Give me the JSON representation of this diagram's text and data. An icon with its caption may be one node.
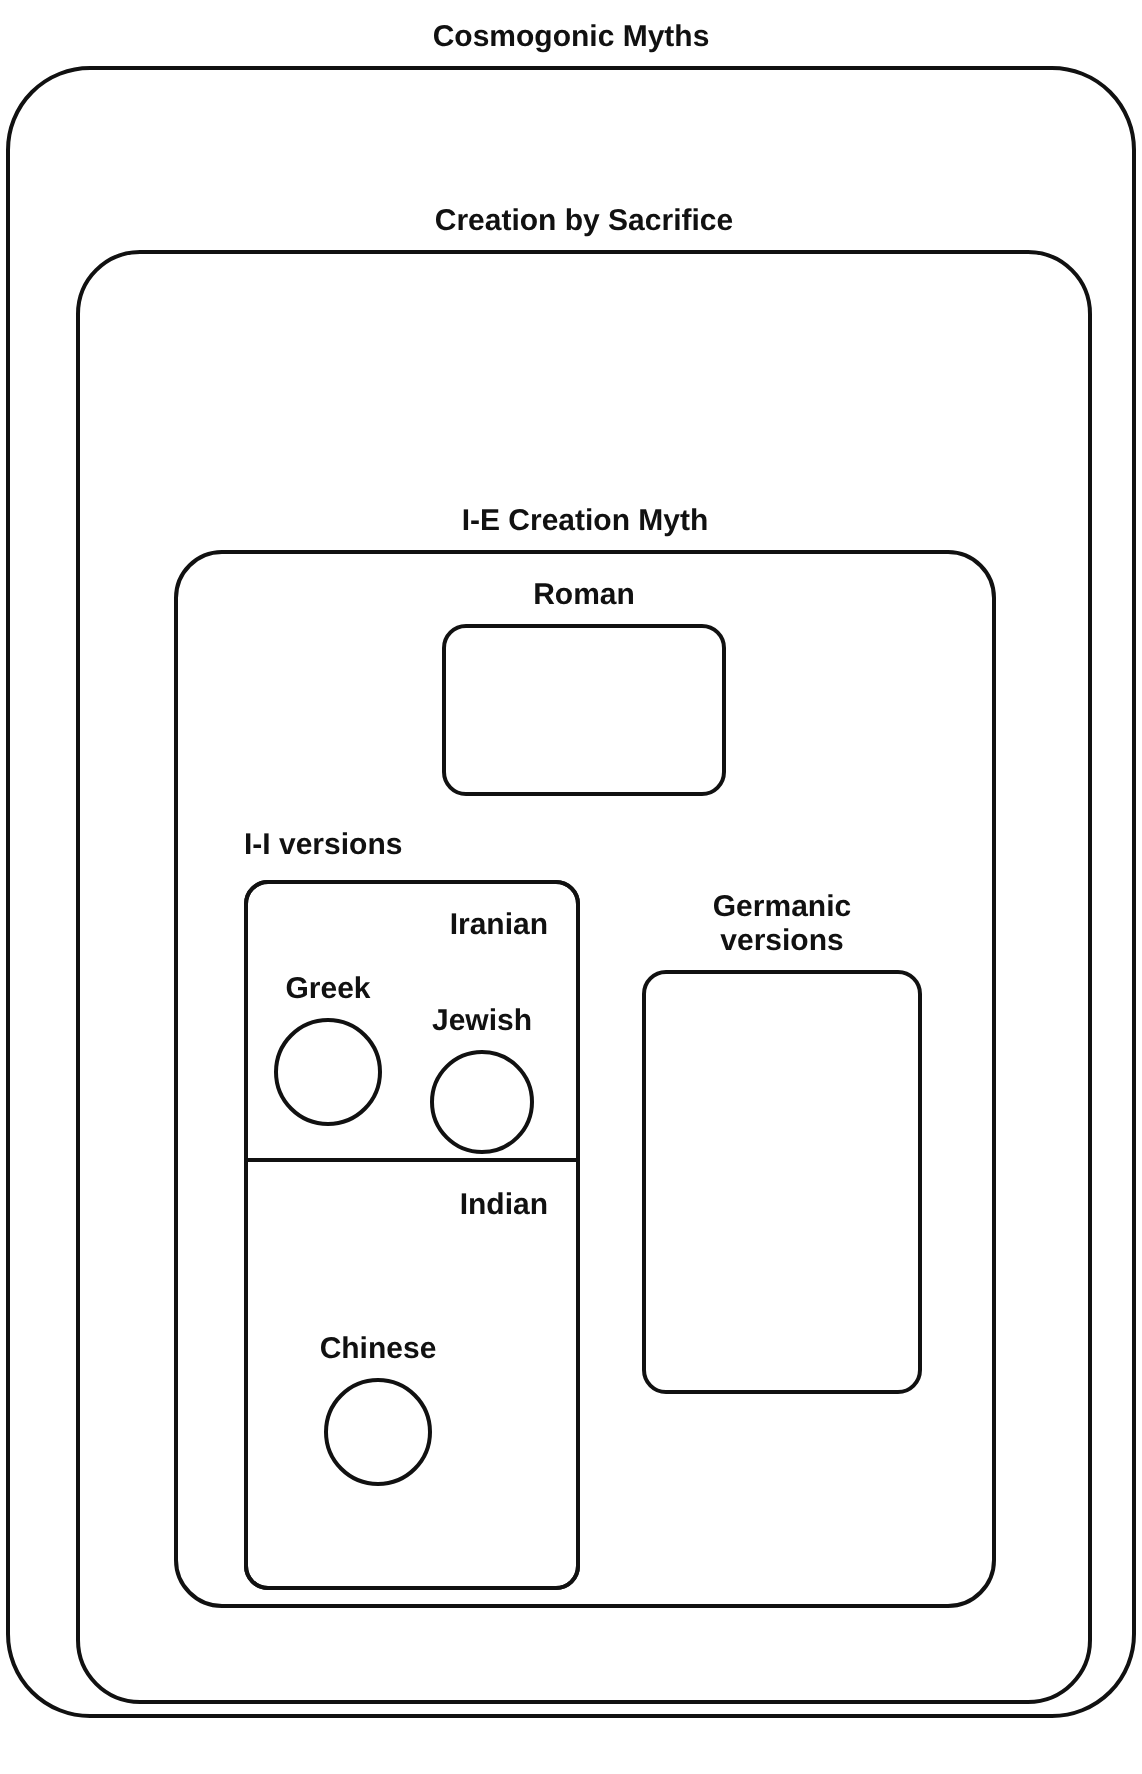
{
  "diagram": {
    "nodes": [
      {
        "text": [
          "Cosmogonic Myths"
        ]
      },
      {
        "text": [
          "Creation by Sacrifice"
        ],
        "in": 0
      },
      {
        "text": [
          "I-E Creation Myth"
        ],
        "in": 1
      },
      {
        "text": [
          "Roman"
        ],
        "in": 2
      },
      {
        "text": [
          "I-I versions"
        ],
        "in": 2
      },
      {
        "text": [
          "Iranian"
        ],
        "in": 4
      },
      {
        "text": [
          "Greek"
        ],
        "in": 5
      },
      {
        "text": [
          "Jewish"
        ],
        "in": 5
      },
      {
        "text": [
          "Indian"
        ],
        "in": 4
      },
      {
        "text": [
          "Chinese"
        ],
        "in": 8
      },
      {
        "text": [
          "Germanic versions"
        ],
        "in": 2
      }
    ]
  }
}
